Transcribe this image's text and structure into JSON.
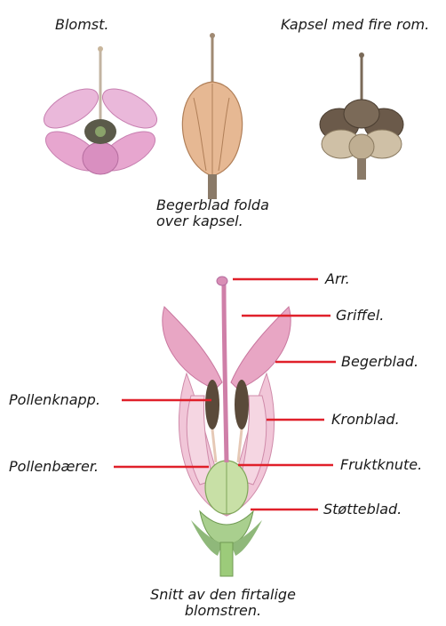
{
  "top_captions": {
    "flower": "Blomst.",
    "capsule": "Kapsel med fire rom.",
    "calyx_line1": "Begerblad folda",
    "calyx_line2": "over kapsel."
  },
  "bottom_caption": {
    "line1": "Snitt av den firtalige",
    "line2": "blomstren."
  },
  "labels": {
    "arr": "Arr.",
    "griffel": "Griffel.",
    "begerblad": "Begerblad.",
    "kronblad": "Kronblad.",
    "fruktknute": "Fruktknute.",
    "stotteblad": "Støtteblad.",
    "pollenknapp": "Pollenknapp.",
    "pollenbaerer": "Pollenbærer."
  },
  "colors": {
    "leader_line": "#e0202a",
    "petal_pink": "#e7a6cf",
    "capsule_brown": "#6b5a4a",
    "stem_green": "#8fb87a"
  }
}
